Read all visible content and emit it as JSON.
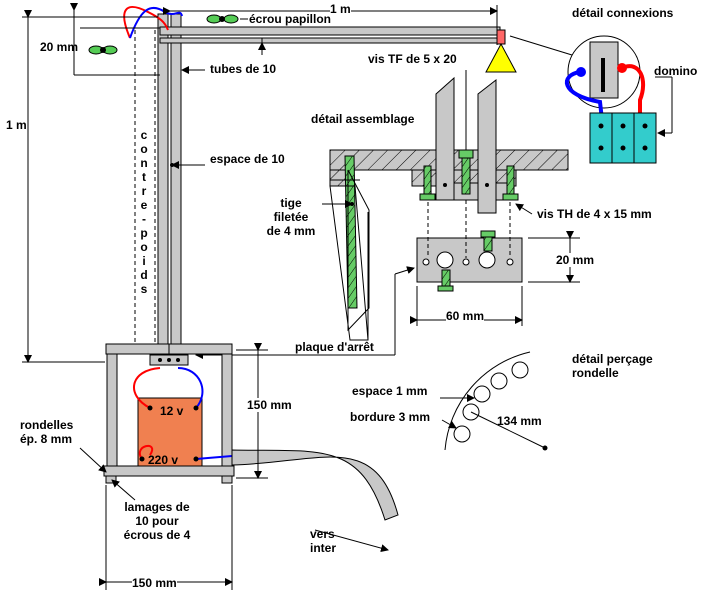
{
  "labels": {
    "height_1m": "1  m",
    "width_1m": "1 m",
    "ecrou_papillon": "écrou papillon",
    "dim_20mm_top": "20 mm",
    "tubes": "tubes de 10",
    "contrepoids_chars": [
      "c",
      "o",
      "n",
      "t",
      "r",
      "e",
      "-",
      "p",
      "o",
      "i",
      "d",
      "s"
    ],
    "espace": "espace de 10",
    "detail_connexions": "détail connexions",
    "domino": "domino",
    "vis_tf": "vis TF de 5 x 20",
    "detail_assemblage": "détail assemblage",
    "tige_lines": [
      "tige",
      "filetée",
      "de 4 mm"
    ],
    "vis_th": "vis TH de 4 x 15 mm",
    "dim_20mm_plate": "20 mm",
    "dim_60mm": "60 mm",
    "plaque_arret": "plaque d'arrêt",
    "detail_percage_lines": [
      "détail perçage",
      "rondelle"
    ],
    "espace_1mm": "espace 1 mm",
    "bordure_3mm": "bordure 3 mm",
    "dim_134mm": "134 mm",
    "dim_150mm_right": "150 mm",
    "rondelles_lines": [
      "rondelles",
      "ép. 8 mm"
    ],
    "lamages_lines": [
      "lamages de",
      "10 pour",
      "écrous de 4"
    ],
    "vers_inter_lines": [
      "vers",
      "inter"
    ],
    "dim_150mm_bottom": "150 mm",
    "transformer_12v": "12 v",
    "transformer_220v": "220 v"
  },
  "colors": {
    "steel": "#c8c8c8",
    "wood_plate": "#c8c8c8",
    "transformer": "#f08050",
    "lamp": "#ffff00",
    "domino": "#33cccc",
    "screw": "#66cc66",
    "wire_red": "#ff0000",
    "wire_blue": "#0000ff",
    "wingnut": "#55cc55"
  }
}
